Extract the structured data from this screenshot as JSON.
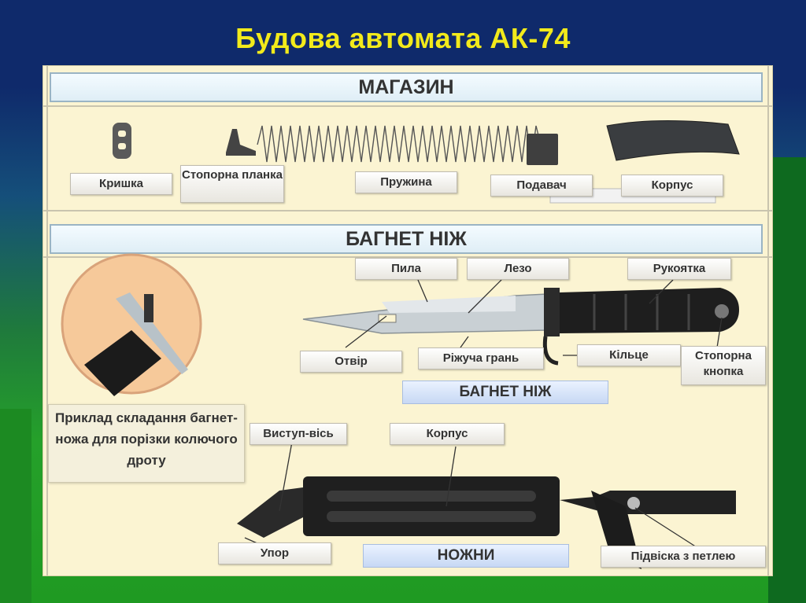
{
  "title": "Будова автомата АК-74",
  "magazine": {
    "heading": "МАГАЗИН",
    "labels": {
      "cover": "Кришка",
      "stop_plate": "Стопорна планка",
      "spring": "Пружина",
      "feeder": "Подавач",
      "body": "Корпус"
    }
  },
  "bayonet": {
    "heading": "БАГНЕТ НІЖ",
    "subheading": "БАГНЕТ НІЖ",
    "labels": {
      "saw": "Пила",
      "blade": "Лезо",
      "handle": "Рукоятка",
      "hole": "Отвір",
      "cutting_edge": "Ріжуча грань",
      "ring": "Кільце",
      "stop_button": "Стопорна кнопка"
    }
  },
  "caption": "Приклад складання багнет-ножа для порізки колючого дроту",
  "sheath": {
    "heading": "НОЖНИ",
    "labels": {
      "axis": "Виступ-вісь",
      "body": "Корпус",
      "stop": "Упор",
      "loop": "Підвіска з петлею"
    }
  },
  "colors": {
    "title": "#f2ea1b",
    "panel": "#fbf4d2",
    "band_border": "#9ab4c4"
  }
}
